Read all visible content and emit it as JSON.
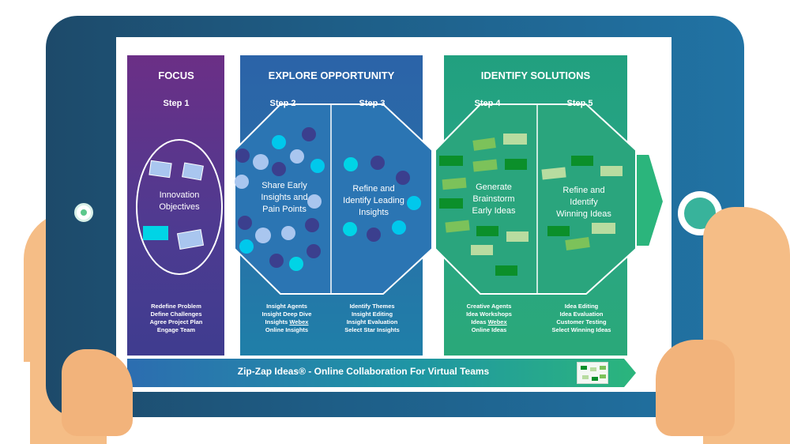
{
  "focus": {
    "header": "FOCUS",
    "step": "Step 1",
    "circle_label": [
      "Innovation",
      "Objectives"
    ],
    "bullets": [
      "Redefine Problem",
      "Define Challenges",
      "Agree Project Plan",
      "Engage Team"
    ],
    "color": "#5a3490"
  },
  "explore": {
    "header": "EXPLORE OPPORTUNITY",
    "step_a": "Step 2",
    "step_b": "Step 3",
    "hex_a_label": [
      "Share Early",
      "Insights and",
      "Pain Points"
    ],
    "hex_b_label": [
      "Refine and",
      "Identify Leading",
      "Insights"
    ],
    "bullets_a": [
      "Insight Agents",
      "Insight Deep Dive",
      "Insights",
      "Webex",
      "Online Insights"
    ],
    "bullets_b": [
      "Identify Themes",
      "Insight Editing",
      "Insight Evaluation",
      "Select Star Insights"
    ],
    "color": "#2a6aa8"
  },
  "identify": {
    "header": "IDENTIFY SOLUTIONS",
    "step_a": "Step 4",
    "step_b": "Step 5",
    "hex_a_label": [
      "Generate",
      "Brainstorm",
      "Early Ideas"
    ],
    "hex_b_label": [
      "Refine and",
      "Identify",
      "Winning Ideas"
    ],
    "bullets_a": [
      "Creative Agents",
      "Idea Workshops",
      "Ideas",
      "Webex",
      "Online Ideas"
    ],
    "bullets_b": [
      "Idea Editing",
      "Idea Evaluation",
      "Customer Testing",
      "Select Winning Ideas"
    ],
    "color": "#27a482"
  },
  "banner": {
    "text": "Zip-Zap Ideas® - Online Collaboration For Virtual Teams"
  },
  "colors": {
    "tablet": "#1f5f88",
    "hand": "#f5bd86",
    "dot_light": "#a9c6ef",
    "dot_dark": "#3b3f8e",
    "dot_cyan": "#00d4e6",
    "note_dark_green": "#0b8f2a",
    "note_light_green": "#b8dca0"
  }
}
